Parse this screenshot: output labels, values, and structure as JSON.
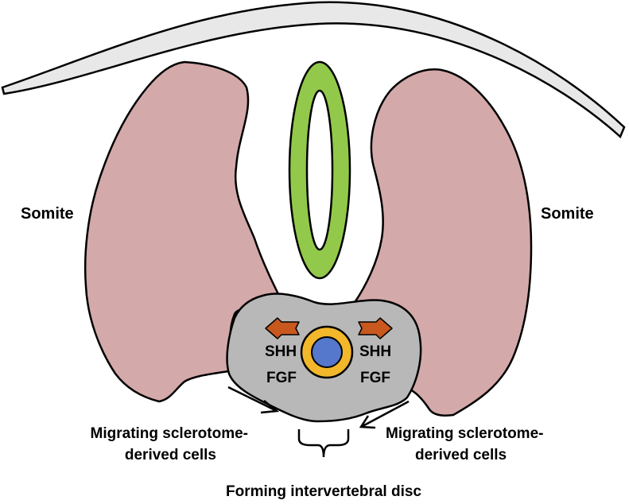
{
  "labels": {
    "somite_left": "Somite",
    "somite_right": "Somite",
    "signal_left_1": "SHH",
    "signal_left_2": "FGF",
    "signal_right_1": "SHH",
    "signal_right_2": "FGF",
    "migrating_left_1": "Migrating sclerotome-",
    "migrating_left_2": "derived cells",
    "migrating_right_1": "Migrating sclerotome-",
    "migrating_right_2": "derived cells",
    "disc": "Forming intervertebral disc"
  },
  "colors": {
    "ectoderm": "#e8e8e8",
    "somite": "#d4a9a9",
    "neural_tube": "#92c94a",
    "sclerotome_mass": "#b8b8b8",
    "notochord_outer": "#f2b72a",
    "notochord_inner": "#5577cc",
    "signal_arrow": "#c8581d",
    "outline": "#000000"
  }
}
